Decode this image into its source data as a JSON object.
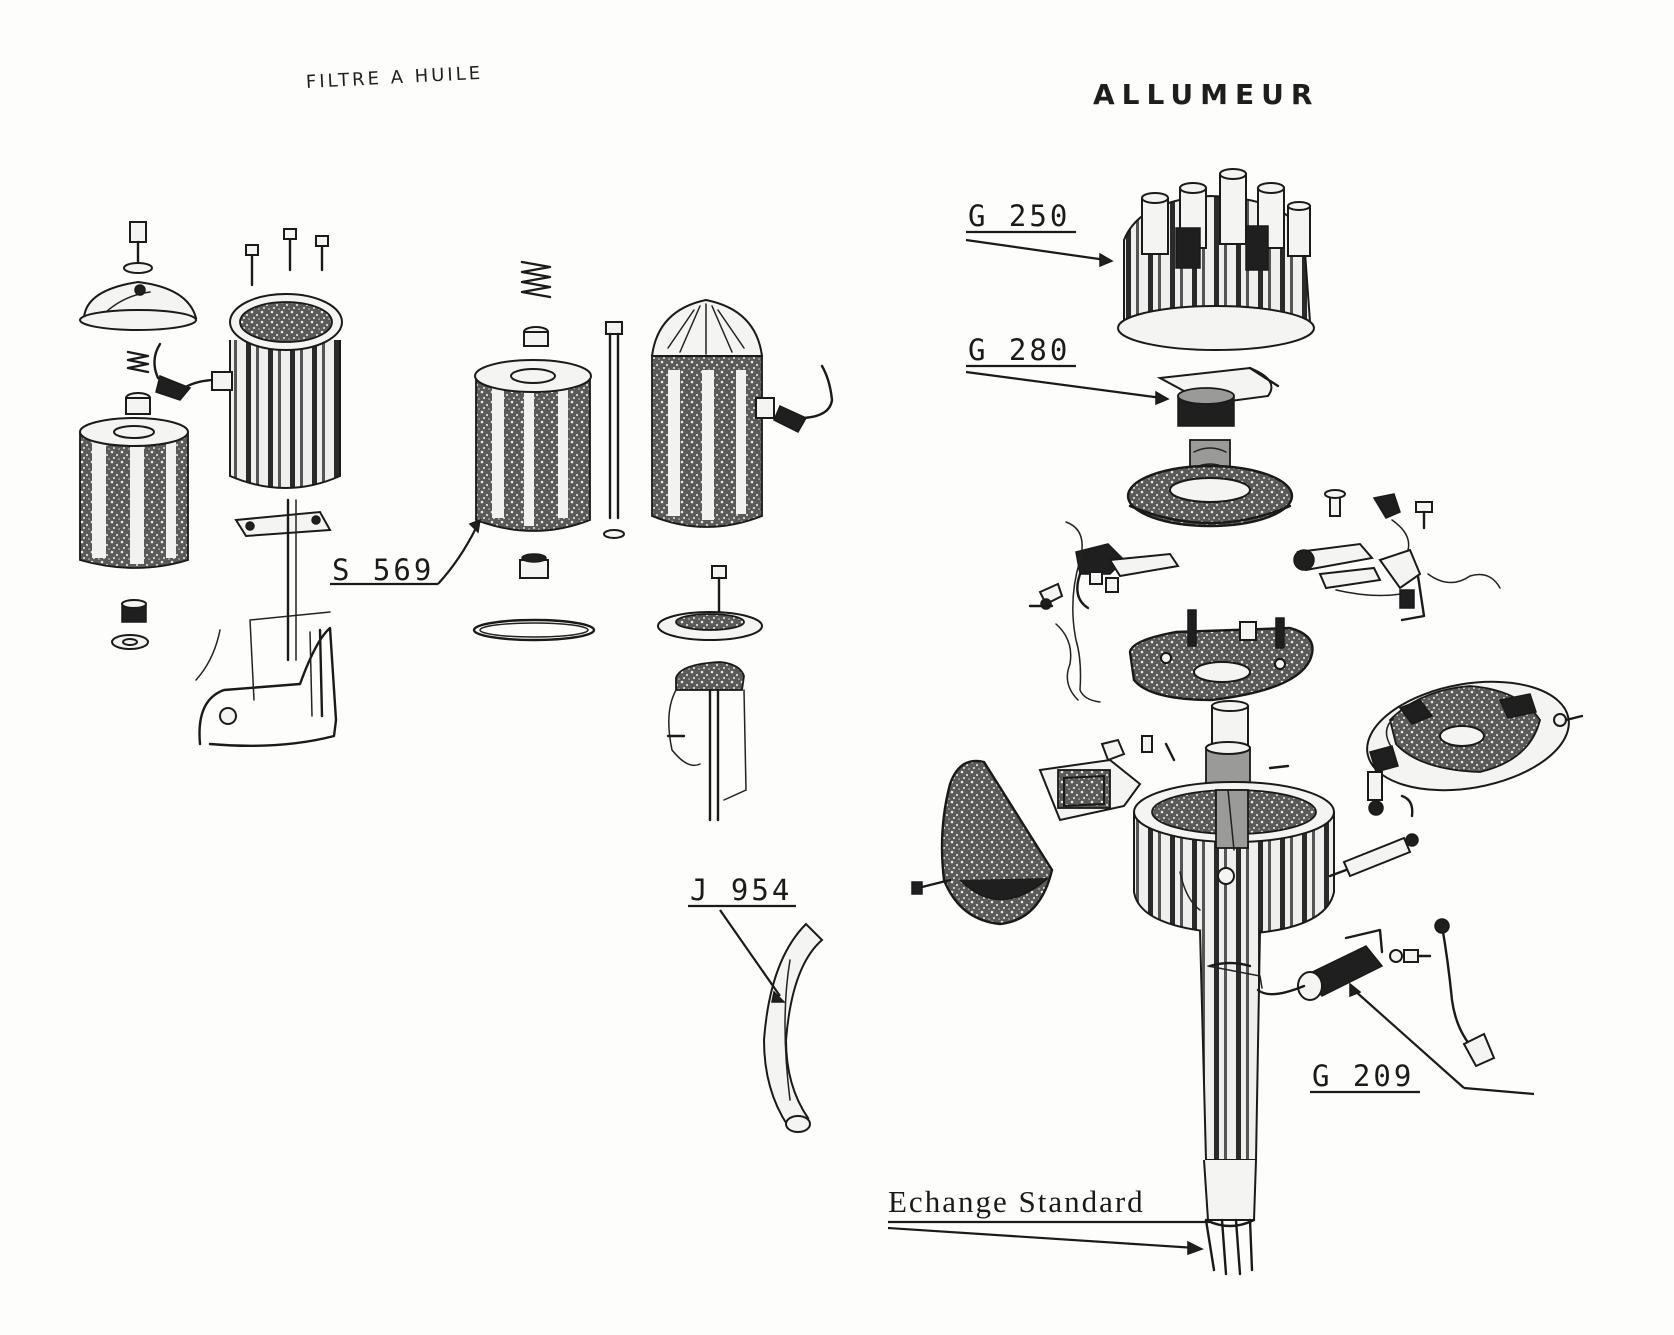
{
  "titles": {
    "oil_filter": "FILTRE A HUILE",
    "distributor": "ALLUMEUR"
  },
  "callouts": {
    "s569": "S 569",
    "g250": "G 250",
    "g280": "G 280",
    "j954": "J 954",
    "g209": "G 209",
    "echange_standard": "Echange Standard"
  }
}
